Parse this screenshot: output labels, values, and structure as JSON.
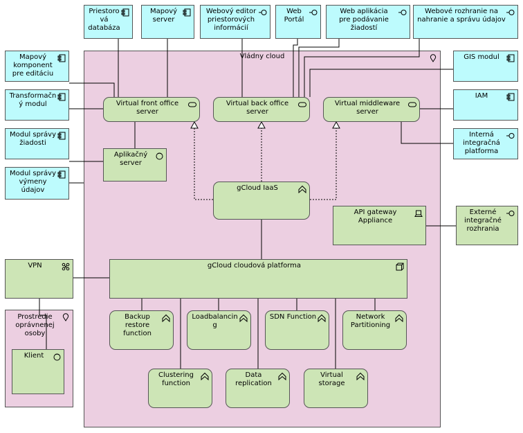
{
  "regions": {
    "government_cloud": "Vládny cloud",
    "authorized_person_env": "Prostredie\noprávnenej\nosoby"
  },
  "nodes": {
    "priestorova_databaza": "Priestoro\nvá\ndatabáza",
    "mapovy_server": "Mapový\nserver",
    "webovy_editor": "Webový editor\npriestorových\ninformácií",
    "web_portal": "Web\nPortál",
    "web_aplikacia": "Web aplikácia\npre podávanie\nžiadostí",
    "webove_rozhranie": "Webové rozhranie na\nnahranie a správu údajov",
    "mapovy_komponent": "Mapový\nkomponent\npre editáciu",
    "gis_modul": "GIS modul",
    "transformacny_modul": "Transformačn\ný modul",
    "iam": "IAM",
    "modul_spravy_ziadosti": "Modul správy\nžiadosti",
    "interna_platforma": "Interná\nintegračná\nplatforma",
    "modul_spravy_vymeny": "Modul správy\nvýmeny\núdajov",
    "externe_rozhrania": "Externé\nintegračné\nrozhrania",
    "vpn": "VPN",
    "virtual_front_office": "Virtual front office\nserver",
    "virtual_back_office": "Virtual back office\nserver",
    "virtual_middleware": "Virtual middleware\nserver",
    "aplikacny_server": "Aplikačný\nserver",
    "gcloud_iaas": "gCloud IaaS",
    "api_gateway": "API gateway\nAppliance",
    "gcloud_platforma": "gCloud cloudová platforma",
    "backup_restore": "Backup\nrestore\nfunction",
    "loadbalancing": "Loadbalancin\ng",
    "sdn_function": "SDN Function",
    "network_partitioning": "Network\nPartitioning",
    "clustering": "Clustering\nfunction",
    "data_replication": "Data\nreplication",
    "virtual_storage": "Virtual\nstorage",
    "klient": "Klient"
  },
  "icons": {
    "component": "component-icon",
    "interface": "interface-icon",
    "location": "location-pin-icon",
    "virtual_server": "rounded-rect-icon",
    "system_software": "system-software-icon",
    "function": "function-chevron-icon",
    "device": "device-laptop-icon",
    "node": "node-cube-icon",
    "communication_network": "communication-network-icon"
  },
  "colors": {
    "application_fill": "#bdfbfd",
    "technology_fill": "#cde5b6",
    "location_fill": "#eccfe1",
    "border": "#555555"
  }
}
